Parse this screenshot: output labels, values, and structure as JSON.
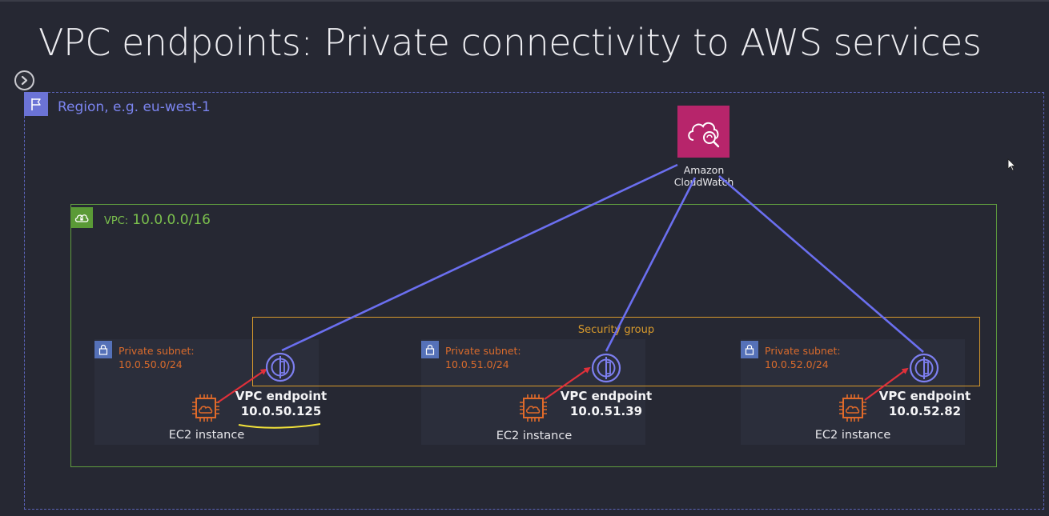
{
  "title": "VPC endpoints: Private connectivity to AWS services",
  "region": {
    "label": "Region, e.g. eu-west-1"
  },
  "vpc": {
    "prefix": "VPC:",
    "cidr": "10.0.0.0/16"
  },
  "security_group": {
    "label": "Security group"
  },
  "cloudwatch": {
    "label": "Amazon\nCloudWatch"
  },
  "subnets": [
    {
      "label": "Private subnet:\n10.0.50.0/24",
      "endpoint_label": "VPC endpoint\n10.0.50.125",
      "instance_label": "EC2 instance"
    },
    {
      "label": "Private subnet:\n10.0.51.0/24",
      "endpoint_label": "VPC endpoint\n10.0.51.39",
      "instance_label": "EC2 instance"
    },
    {
      "label": "Private subnet:\n10.0.52.0/24",
      "endpoint_label": "VPC endpoint\n10.0.52.82",
      "instance_label": "EC2 instance"
    }
  ],
  "colors": {
    "background": "#262833",
    "region_border": "#5a63b8",
    "vpc_border": "#5f9d3e",
    "security_group": "#d89a2c",
    "subnet_text": "#d96b2c",
    "connection_line": "#6b6ff0",
    "arrow": "#e0303a",
    "cloudwatch": "#b7256b",
    "annotation": "#f2e23a"
  }
}
